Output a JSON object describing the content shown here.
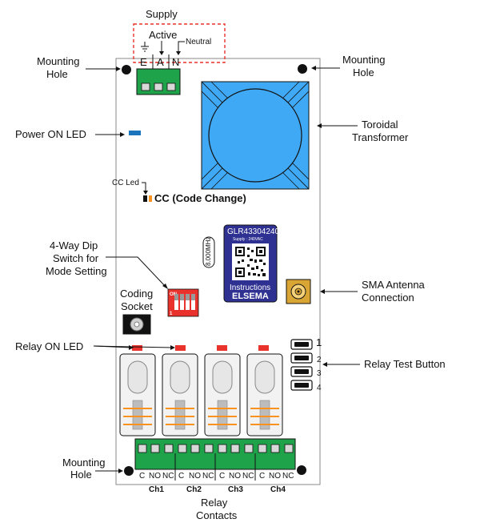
{
  "labels": {
    "supply": "Supply",
    "active": "Active",
    "neutral": "Neutral",
    "terminal_e": "E",
    "terminal_a": "A",
    "terminal_n": "N",
    "mounting_hole_tl_1": "Mounting",
    "mounting_hole_tl_2": "Hole",
    "mounting_hole_tr_1": "Mounting",
    "mounting_hole_tr_2": "Hole",
    "power_on_led": "Power ON LED",
    "toroidal_1": "Toroidal",
    "toroidal_2": "Transformer",
    "cc_led": "CC Led",
    "cc_code_change": "CC (Code Change)",
    "dip_1": "4-Way Dip",
    "dip_2": "Switch for",
    "dip_3": "Mode Setting",
    "coding_1": "Coding",
    "coding_2": "Socket",
    "sma_1": "SMA Antenna",
    "sma_2": "Connection",
    "relay_on_led": "Relay ON LED",
    "relay_test_button": "Relay Test Button",
    "btn_1": "1",
    "btn_2": "2",
    "btn_3": "3",
    "btn_4": "4",
    "mounting_hole_bl_1": "Mounting",
    "mounting_hole_bl_2": "Hole",
    "relay_contacts_1": "Relay",
    "relay_contacts_2": "Contacts"
  },
  "module": {
    "model": "GLR43304240",
    "supply": "Supply : 240VAC",
    "instructions": "Instructions",
    "brand": "ELSEMA",
    "crystal": "8.000MHz",
    "dip_on": "ON",
    "dip_one": "1"
  },
  "contacts": {
    "terminals": [
      "C",
      "NO",
      "NC",
      "C",
      "NO",
      "NC",
      "C",
      "NO",
      "NC",
      "C",
      "NO",
      "NC"
    ],
    "channels": [
      "Ch1",
      "Ch2",
      "Ch3",
      "Ch4"
    ]
  },
  "colors": {
    "terminal_green": "#1fa34a",
    "transformer_blue": "#3fa9f5",
    "led_red": "#e8322b",
    "led_blue": "#1b75bc",
    "module_blue": "#2e3192",
    "supply_box": "#e8322b"
  }
}
